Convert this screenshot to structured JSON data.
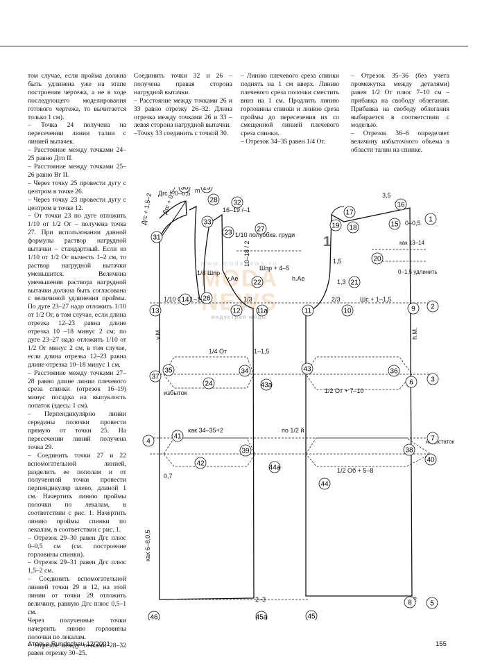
{
  "page": {
    "footer_left": "Ателье Rundschau 12/2001",
    "page_number": "155"
  },
  "columns": [
    {
      "paragraphs": [
        "том случае, если пройма должна быть удлинена уже на этапе построения чертежа, а не в ходе последующего моделирования готового чертежа, то вычитается только 1 см).",
        "– Точка 24 получена на пересечении линии талии с линией вытачек.",
        "– Расстояние между точками 24–25 равно Дтп II.",
        "– Расстояние между точками 25–26 равно Вг II.",
        "– Через точку 25 провести дугу с центром в точке 26.",
        "– Через точку 23 провести дугу с центром в точке 12.",
        "– От точки 23 по дуге отложить 1/10 от 1/2 Ог – получена точка 27. При использовании данной формулы раствор нагрудной вытачки – стандартный. Если из 1/10 от 1/2 Ог вычесть 1–2 см, то раствор нагрудной вытачки уменьшится. Величина уменьшения раствора нагрудной вытачки должна быть согласована с величиной удлинения проймы. По дуге 23–27 надо отложить 1/10 от 1/2 Ог, в том случае, если длина отрезка 12–23 равна длине отрезка 10 –18 минус 2 см; по дуге 23–27 надо отложить 1/10 от 1/2 Ог минус 2 см, в том случае, если длина отрезка 12–23 равна длине отрезка 10–18 минус 1 см.",
        "– Расстояние между точками 27–28 равно длине линии плечевого среза спинки (отрезок 16–19) минус посадка на выпуклость лопаток (здесь: 1 см).",
        "– Перпендикулярно линии середины полочки провести прямую от точки 25. На пересечении линий получена точка 29.",
        "– Соединить точки 27 и 22 вспомогательной линией, разделить ее пополам и от полученной точки провести перпендикуляр влево, длиной 1 см. Начертить линию проймы полочки по лекалам, в соответствии с рис. 1. Начертить линию проймы спинки по лекалам, в соответствии с рис. 1.",
        "– Отрезок 29–30 равен Дгс плюс 0–0,5 см (см. построение горловины спинки).",
        "– Отрезок 29–31 равен Дгс плюс 1,5–2 см.",
        "– Соединить вспомогательной линией точки 29 и 12, на этой линии от точки 29 отложить величину, равную Дгс плюс 0,5–1 см.",
        "Через полученные точки начертить линию горловины полочки по лекалам.",
        "– Отрезок между точками 28–32 равен отрезку 30–25."
      ]
    },
    {
      "paragraphs": [
        "Соединить точки 32 и 26 – получена правая сторона нагрудной вытачки.",
        "– Расстояние между точками 26 и 33 равно отрезку 26–32. Длина отрезка между точками 26 и 33 – левая сторона нагрудной вытачки.",
        "–Точку 33 соединить с точкой 30."
      ]
    },
    {
      "paragraphs": [
        "– Линию плечевого среза спинки поднять на 1 см вверх. Линию плечевого среза полочки сместить вниз на 1 см. Продлить линию горловины спинки и линию среза проймы до пересечения их со смещенной линией плечевого среза спинки.",
        "– Отрезок 34–35 равен 1/4 От."
      ]
    },
    {
      "paragraphs": [
        "– Отрезок 35–36 (без учета промежутка между деталями) равен 1/2 От плюс 7–10 см – прибавка на свободу облегания. Прибавка на свободу облегания выбирается в соответствии с моделью.",
        "– Отрезок 36–6 определяет величину избыточного объема в области талии на спинке."
      ]
    }
  ],
  "diagram": {
    "figure_number": "1",
    "point_labels": [
      "30",
      "25",
      "28",
      "32",
      "16",
      "1",
      "31",
      "33",
      "23",
      "27",
      "19",
      "18",
      "15",
      "20",
      "22",
      "21",
      "14",
      "26",
      "13",
      "12",
      "11а",
      "11",
      "10",
      "9",
      "2",
      "35",
      "34",
      "43",
      "36",
      "37",
      "24",
      "43а",
      "6",
      "3",
      "4",
      "41",
      "39",
      "38",
      "7",
      "40",
      "42",
      "44а",
      "44",
      "8",
      "5",
      "46",
      "45а",
      "45",
      "17"
    ],
    "annotations": {
      "dgs_front": "Дгс + 0–0,5",
      "dgs_front2": "Дгс + 0,5–1",
      "dgs_side": "Дгс + 1,5–2",
      "m": "m",
      "seg_16_19": "16–19 /–1",
      "bust_label": "1/10 полуобхв. груди",
      "v_ae": "v.Ae",
      "h_ae": "h.Ae",
      "quarter_shp": "1/4 Шпр",
      "shp_plus": "Шпр + 4–5",
      "tenth_og": "1/10 Ог +1–1,5",
      "third_a": "1/3",
      "two_thirds": "2/3",
      "shs_plus": "Шс + 1–1,5",
      "quarter_ot": "1/4 От",
      "half_ot": "1/2 От + 7–10",
      "izbytok": "избыток",
      "kak_34_35": "как 34–35+2",
      "po_half": "по 1/2 й",
      "half_ob": "1/2 Об + 5–8",
      "nedostatok": "недостаток",
      "kak_6_8": "как 6–8,0,5",
      "kak_13_14": "как 13–14",
      "udlinit": "0–1,5 удлинить",
      "v_m": "v.M.",
      "h_m": "h.M.",
      "one_one_five": "1–1,5",
      "three_five": "3,5",
      "two": "2",
      "zero_05": "0–0,5",
      "ten_18": "10–18 / 2",
      "one_five": "1,5",
      "one_three": "1,3",
      "zero_seven": "0,7",
      "two_three": "2–3"
    }
  },
  "watermark": {
    "url": "www.modanews.ru",
    "line1": "MODA",
    "line2": "NEWS",
    "sub": "индустрия моды"
  }
}
